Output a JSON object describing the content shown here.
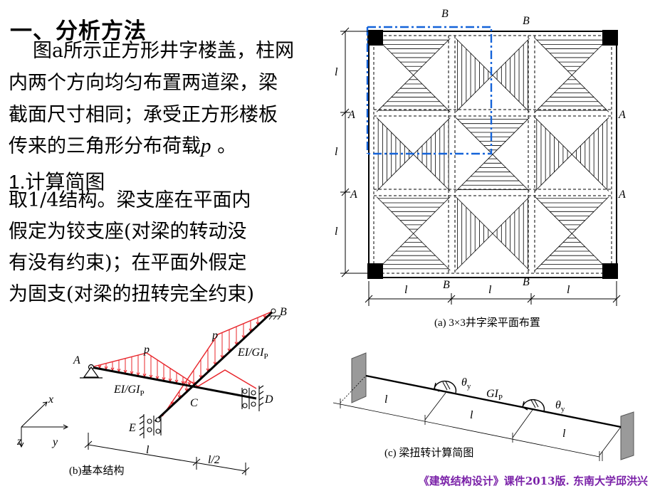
{
  "heading": "一、分析方法",
  "paragraph": {
    "line1_prefix": "图a所示正方形井字楼盖，柱网",
    "line2": "内两个方向均匀布置两道梁，梁",
    "line3": "截面尺寸相同；承受正方形楼板",
    "line4_prefix": "传来的三角形分布荷载",
    "line4_var": "p",
    "line4_suffix": " 。"
  },
  "subheading": "1.计算简图",
  "body": {
    "line1": "取1/4结构。梁支座在平面内",
    "line2": "假定为铰支座(对梁的转动没",
    "line3": "有没有约束)；在平面外假定",
    "line4": "为固支(对梁的扭转完全约束)"
  },
  "figure_a": {
    "caption": "(a) 3×3井字梁平面布置",
    "label_B": "B",
    "label_A": "A",
    "span_l": "l"
  },
  "figure_b": {
    "caption": "(b)基本结构",
    "load_p": "p",
    "stiffness": "EI/GI",
    "stiffness_sub": "P",
    "A": "A",
    "B": "B",
    "C": "C",
    "D": "D",
    "E": "E",
    "axis_x": "x",
    "axis_y": "y",
    "axis_z": "z",
    "dim_l": "l",
    "dim_half": "l/2"
  },
  "figure_c": {
    "caption": "(c)  梁扭转计算简图",
    "theta": "θ",
    "theta_sub": "y",
    "gi": "GI",
    "gi_sub": "P",
    "span_l": "l"
  },
  "footer": "《建筑结构设计》课件2013版. 东南大学邱洪兴",
  "colors": {
    "load_red": "#e8242a",
    "dash_blue": "#1463d9",
    "footer_purple": "#7a21a8"
  }
}
